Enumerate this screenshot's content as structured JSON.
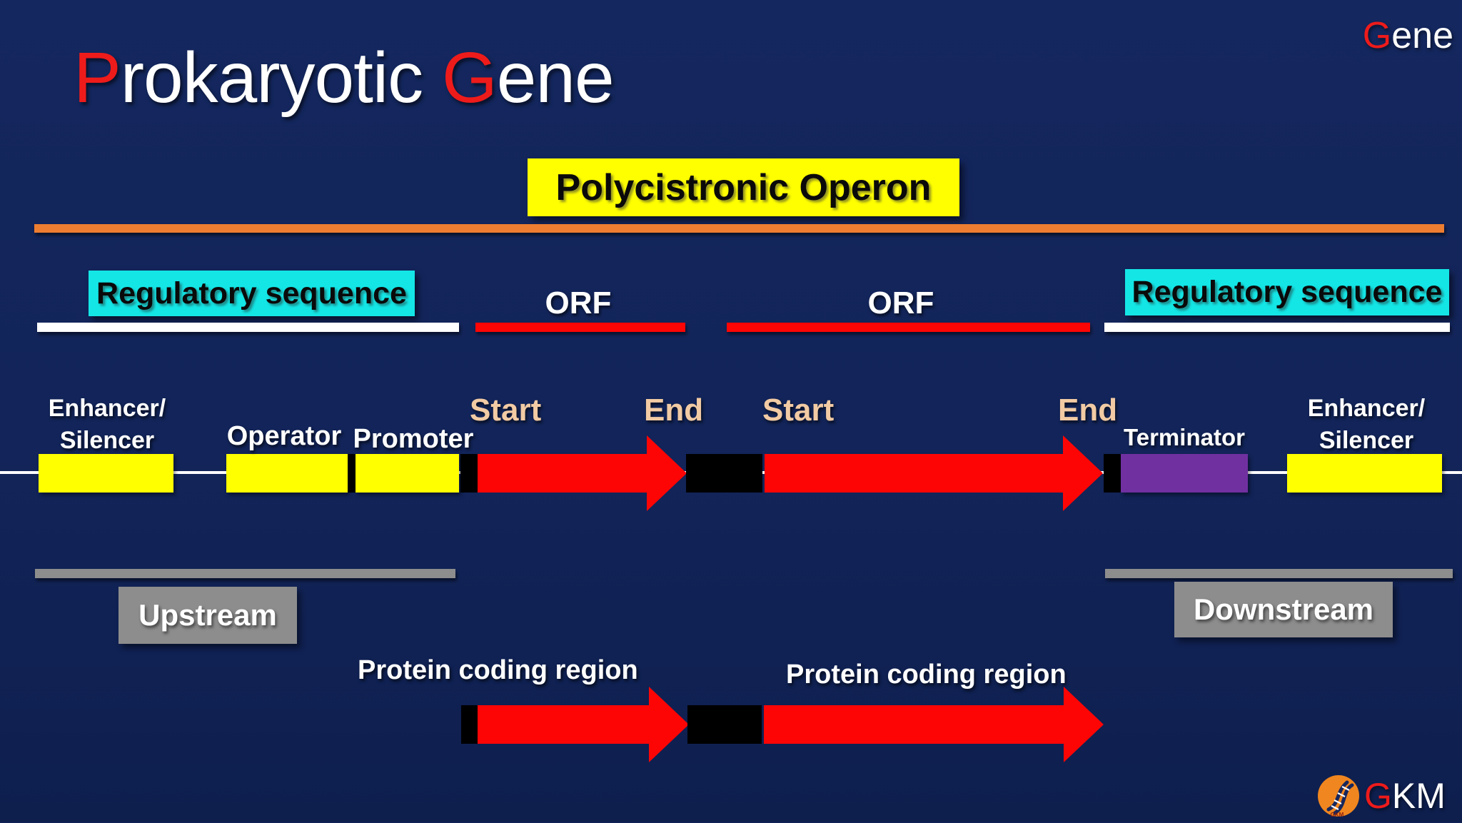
{
  "colors": {
    "background": "#122459",
    "orange": "#ed7d31",
    "yellow": "#ffff00",
    "cyan": "#14e6e6",
    "red": "#fe0505",
    "purple": "#7030a0",
    "gray": "#8d8d8d",
    "peach": "#f2cba4",
    "letter_red": "#ee1b1b"
  },
  "header": {
    "title_p": "P",
    "title_rest": "rokaryotic ",
    "title_g": "G",
    "title_tail": "ene",
    "watermark_g": "G",
    "watermark_tail": "ene"
  },
  "banner": {
    "label": "Polycistronic Operon"
  },
  "diagram": {
    "regulatory_left": "Regulatory sequence",
    "regulatory_right": "Regulatory sequence",
    "orf_1": "ORF",
    "orf_2": "ORF",
    "enhancer_left": {
      "line1": "Enhancer/",
      "line2": "Silencer"
    },
    "operator": "Operator",
    "promoter": "Promoter",
    "orf1_start": "Start",
    "orf1_end": "End",
    "orf2_start": "Start",
    "orf2_end": "End",
    "terminator": "Terminator",
    "enhancer_right": {
      "line1": "Enhancer/",
      "line2": "Silencer"
    },
    "upstream": "Upstream",
    "downstream": "Downstream",
    "protein_coding_1": "Protein coding region",
    "protein_coding_2": "Protein coding region"
  },
  "logo": {
    "g": "G",
    "rest": "KM",
    "circle_text": "GKM"
  }
}
